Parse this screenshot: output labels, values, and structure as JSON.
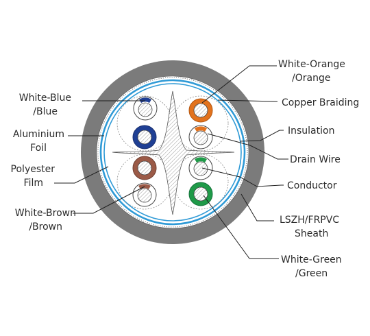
{
  "labels": {
    "white_blue": [
      "White-Blue",
      "/Blue"
    ],
    "aluminium_foil": [
      "Aluminium",
      "Foil"
    ],
    "polyester_film": [
      "Polyester",
      "Film"
    ],
    "white_brown": [
      "White-Brown",
      "/Brown"
    ],
    "white_orange": [
      "White-Orange",
      "/Orange"
    ],
    "copper_braiding": "Copper Braiding",
    "insulation": "Insulation",
    "drain_wire": "Drain Wire",
    "conductor": "Conductor",
    "sheath": [
      "LSZH/FRPVC",
      "Sheath"
    ],
    "white_green": [
      "White-Green",
      "/Green"
    ]
  },
  "colors": {
    "sheath": "#7b7b7b",
    "shield_blue": "#2f9ad6",
    "blue": "#1f3f94",
    "blue_stripe": "#1f3f94",
    "brown": "#9b5a47",
    "orange": "#e2721d",
    "green": "#1f9a48",
    "line": "#1e1e1e",
    "hatch": "#9a9a9a"
  }
}
